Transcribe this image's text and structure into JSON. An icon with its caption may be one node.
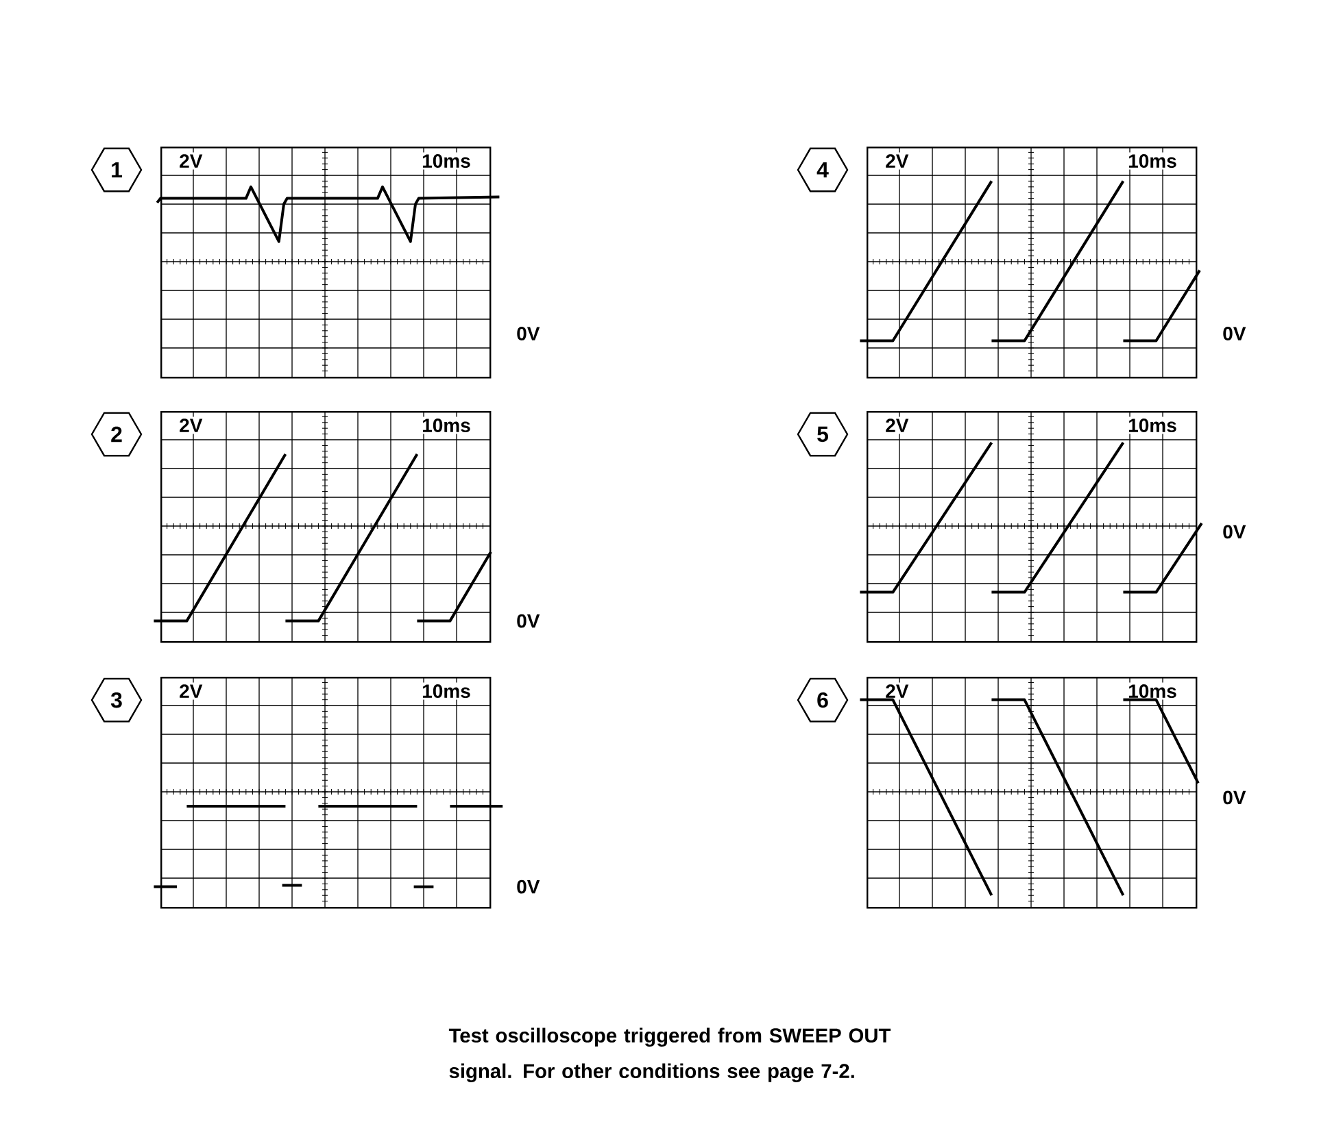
{
  "diagram": {
    "nodes": [
      {
        "text": [
          "1"
        ]
      },
      {
        "text": [
          "2V",
          "10ms"
        ],
        "beside": [
          "0V"
        ]
      },
      {
        "text": [
          "4"
        ]
      },
      {
        "text": [
          "2V",
          "10ms"
        ],
        "beside": [
          "0V"
        ]
      },
      {
        "text": [
          "2"
        ]
      },
      {
        "text": [
          "2V",
          "10ms"
        ],
        "beside": [
          "0V"
        ]
      },
      {
        "text": [
          "5"
        ]
      },
      {
        "text": [
          "2V",
          "10ms"
        ],
        "beside": [
          "0V"
        ]
      },
      {
        "text": [
          "3"
        ]
      },
      {
        "text": [
          "2V",
          "10ms"
        ],
        "beside": [
          "0V"
        ]
      },
      {
        "text": [
          "6"
        ]
      },
      {
        "text": [
          "2V",
          "10ms"
        ],
        "beside": [
          "0V"
        ]
      }
    ],
    "caption": "Test oscilloscope triggered from SWEEP OUT signal. For other conditions see page 7-2."
  }
}
